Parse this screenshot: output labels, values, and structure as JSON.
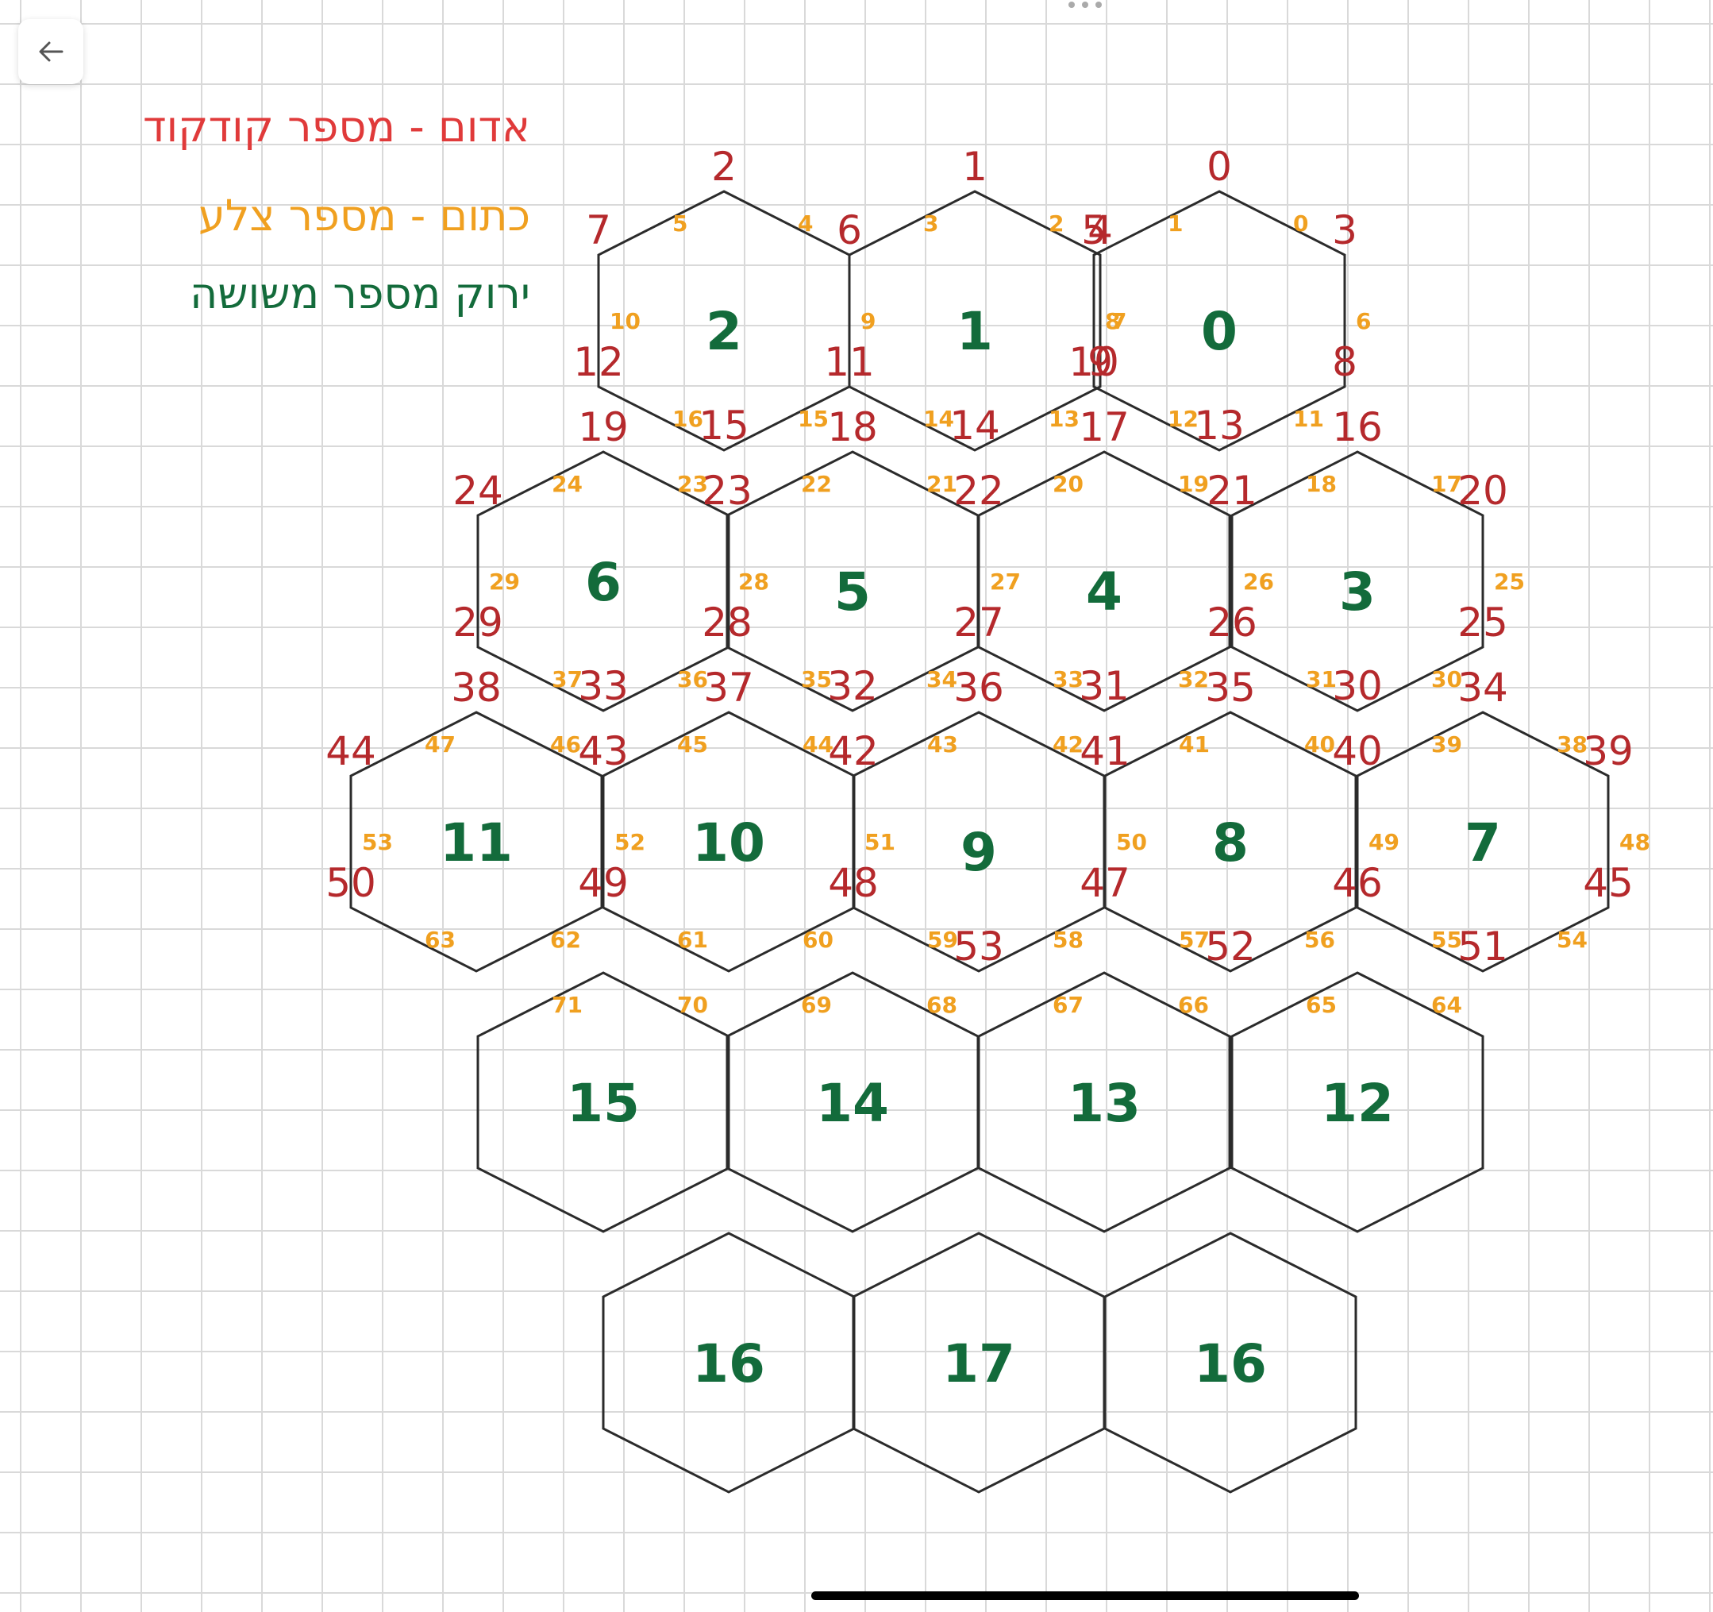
{
  "legend": [
    {
      "text": "אדום - מספר קודקוד",
      "color": "#e03a3a"
    },
    {
      "text": "כתום - מספר צלע",
      "color": "#f0a020"
    },
    {
      "text": "ירוק מספר משושה",
      "color": "#136b3b"
    }
  ],
  "icons": {
    "back": "back-arrow-icon",
    "more": "more-dots-icon"
  },
  "colors": {
    "vertex": "#b5292c",
    "edge": "#f0a020",
    "hexagon": "#136b3b",
    "grid": "#d9d9d9"
  },
  "hexagons": [
    {
      "number": "0",
      "big": true
    },
    {
      "number": "1",
      "big": true
    },
    {
      "number": "2",
      "big": true
    },
    {
      "number": "3",
      "big": true
    },
    {
      "number": "4",
      "big": true
    },
    {
      "number": "5",
      "big": true
    },
    {
      "number": "6",
      "big": false
    },
    {
      "number": "7",
      "big": false
    },
    {
      "number": "8",
      "big": false
    },
    {
      "number": "9",
      "big": true
    },
    {
      "number": "10",
      "big": false
    },
    {
      "number": "11",
      "big": false
    },
    {
      "number": "12",
      "big": false
    },
    {
      "number": "13",
      "big": false
    },
    {
      "number": "14",
      "big": false
    },
    {
      "number": "15",
      "big": false
    },
    {
      "number": "16",
      "big": false
    },
    {
      "number": "17",
      "big": false
    },
    {
      "number": "16",
      "big": false
    }
  ],
  "vertex_labels": [
    "0",
    "1",
    "2",
    "3",
    "4",
    "5",
    "6",
    "7",
    "8",
    "9",
    "10",
    "11",
    "12",
    "13",
    "14",
    "15",
    "16",
    "17",
    "18",
    "19",
    "20",
    "21",
    "22",
    "23",
    "24",
    "25",
    "26",
    "27",
    "28",
    "29",
    "30",
    "31",
    "32",
    "33",
    "34",
    "35",
    "36",
    "37",
    "38",
    "39",
    "40",
    "41",
    "42",
    "43",
    "44",
    "45",
    "46",
    "47",
    "48",
    "49",
    "50",
    "51",
    "52",
    "53"
  ],
  "edge_labels": [
    "0",
    "1",
    "2",
    "3",
    "4",
    "5",
    "6",
    "7",
    "8",
    "9",
    "10",
    "11",
    "12",
    "13",
    "14",
    "15",
    "16",
    "17",
    "18",
    "19",
    "20",
    "21",
    "22",
    "23",
    "24",
    "25",
    "26",
    "27",
    "28",
    "29",
    "30",
    "31",
    "32",
    "33",
    "34",
    "35",
    "36",
    "37",
    "38",
    "39",
    "40",
    "41",
    "42",
    "43",
    "44",
    "45",
    "46",
    "47",
    "48",
    "49",
    "50",
    "51",
    "52",
    "53",
    "54",
    "55",
    "56",
    "57",
    "58",
    "59",
    "60",
    "61",
    "62",
    "63",
    "64",
    "65",
    "66",
    "67",
    "68",
    "69",
    "70",
    "71"
  ]
}
